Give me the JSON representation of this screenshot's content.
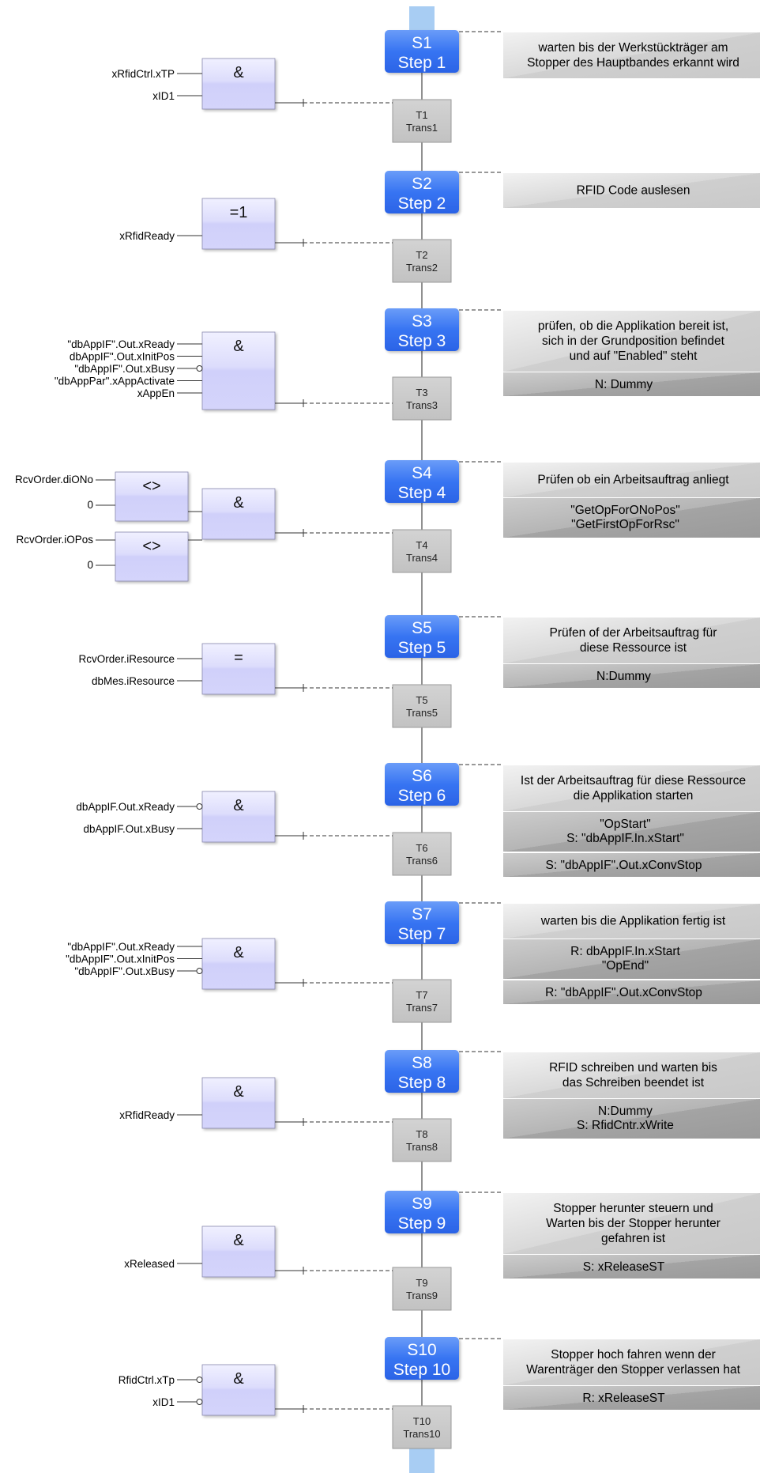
{
  "steps": [
    {
      "num": "S1",
      "name": "Step 1",
      "trans_id": "T1",
      "trans_name": "Trans1",
      "comment": [
        "warten bis der Werkstückträger am",
        "Stopper des Hauptbandes erkannt wird"
      ],
      "actions": [],
      "gate": "&",
      "inputs": [
        {
          "label": "xRfidCtrl.xTP",
          "neg": false
        },
        {
          "label": "xID1",
          "neg": false
        }
      ]
    },
    {
      "num": "S2",
      "name": "Step 2",
      "trans_id": "T2",
      "trans_name": "Trans2",
      "comment": [
        "RFID Code auslesen"
      ],
      "actions": [],
      "gate": "=1",
      "inputs": [
        {
          "label": "xRfidReady",
          "neg": false
        }
      ]
    },
    {
      "num": "S3",
      "name": "Step 3",
      "trans_id": "T3",
      "trans_name": "Trans3",
      "comment": [
        "prüfen, ob die Applikation bereit ist,",
        "sich in der Grundposition befindet",
        "und auf \"Enabled\" steht"
      ],
      "actions": [
        [
          "N: Dummy"
        ]
      ],
      "gate": "&",
      "inputs": [
        {
          "label": "\"dbAppIF\".Out.xReady",
          "neg": false
        },
        {
          "label": "dbAppIF\".Out.xInitPos",
          "neg": false
        },
        {
          "label": "\"dbAppIF\".Out.xBusy",
          "neg": true
        },
        {
          "label": "\"dbAppPar\".xAppActivate",
          "neg": false
        },
        {
          "label": "xAppEn",
          "neg": false
        }
      ]
    },
    {
      "num": "S4",
      "name": "Step 4",
      "trans_id": "T4",
      "trans_name": "Trans4",
      "comment": [
        "Prüfen ob ein Arbeitsauftrag anliegt"
      ],
      "actions": [
        [
          "\"GetOpForONoPos\"",
          "\"GetFirstOpForRsc\""
        ]
      ],
      "gate": "&",
      "subgates": [
        {
          "op": "<>",
          "in1": "RcvOrder.diONo",
          "in2": "0"
        },
        {
          "op": "<>",
          "in1": "RcvOrder.iOPos",
          "in2": "0"
        }
      ],
      "inputs": []
    },
    {
      "num": "S5",
      "name": "Step 5",
      "trans_id": "T5",
      "trans_name": "Trans5",
      "comment": [
        "Prüfen of der Arbeitsauftrag für",
        "diese Ressource ist"
      ],
      "actions": [
        [
          "N:Dummy"
        ]
      ],
      "gate": "=",
      "inputs": [
        {
          "label": "RcvOrder.iResource",
          "neg": false
        },
        {
          "label": "dbMes.iResource",
          "neg": false
        }
      ]
    },
    {
      "num": "S6",
      "name": "Step 6",
      "trans_id": "T6",
      "trans_name": "Trans6",
      "comment": [
        "Ist der Arbeitsauftrag für diese Ressource",
        "die Applikation starten"
      ],
      "actions": [
        [
          "\"OpStart\"",
          "S: \"dbAppIF.In.xStart\""
        ],
        [
          "S: \"dbAppIF\".Out.xConvStop"
        ]
      ],
      "gate": "&",
      "inputs": [
        {
          "label": "dbAppIF.Out.xReady",
          "neg": true
        },
        {
          "label": "dbAppIF.Out.xBusy",
          "neg": false
        }
      ]
    },
    {
      "num": "S7",
      "name": "Step 7",
      "trans_id": "T7",
      "trans_name": "Trans7",
      "comment": [
        "warten bis die Applikation fertig ist"
      ],
      "actions": [
        [
          "R: dbAppIF.In.xStart",
          "\"OpEnd\""
        ],
        [
          "R: \"dbAppIF\".Out.xConvStop"
        ]
      ],
      "gate": "&",
      "inputs": [
        {
          "label": "\"dbAppIF\".Out.xReady",
          "neg": false
        },
        {
          "label": "\"dbAppIF\".Out.xInitPos",
          "neg": false
        },
        {
          "label": "\"dbAppIF\".Out.xBusy",
          "neg": true
        }
      ]
    },
    {
      "num": "S8",
      "name": "Step 8",
      "trans_id": "T8",
      "trans_name": "Trans8",
      "comment": [
        "RFID schreiben und warten bis",
        "das Schreiben beendet ist"
      ],
      "actions": [
        [
          "N:Dummy",
          "S: RfidCntr.xWrite"
        ]
      ],
      "gate": "&",
      "inputs": [
        {
          "label": "xRfidReady",
          "neg": false
        }
      ]
    },
    {
      "num": "S9",
      "name": "Step 9",
      "trans_id": "T9",
      "trans_name": "Trans9",
      "comment": [
        "Stopper herunter steuern und",
        "Warten bis der Stopper herunter",
        "gefahren ist"
      ],
      "actions": [
        [
          "S: xReleaseST"
        ]
      ],
      "gate": "&",
      "inputs": [
        {
          "label": "xReleased",
          "neg": false
        }
      ]
    },
    {
      "num": "S10",
      "name": "Step 10",
      "trans_id": "T10",
      "trans_name": "Trans10",
      "comment": [
        "Stopper hoch fahren wenn der",
        "Warenträger den Stopper verlassen hat"
      ],
      "actions": [
        [
          "R: xReleaseST"
        ]
      ],
      "gate": "&",
      "inputs": [
        {
          "label": "RfidCtrl.xTp",
          "neg": true
        },
        {
          "label": "xID1",
          "neg": true
        }
      ]
    }
  ],
  "colors": {
    "step_fill": "#2f6ff0",
    "step_fill_top": "#5d93f7",
    "trans_fill": "#c8c8c8",
    "gate_fill": "#d6d6fb",
    "gate_fill_top": "#ededfd",
    "comment_fill": "#d8d8d8",
    "action_fill": "#a9a9a9",
    "connector": "#a8cdf3"
  }
}
